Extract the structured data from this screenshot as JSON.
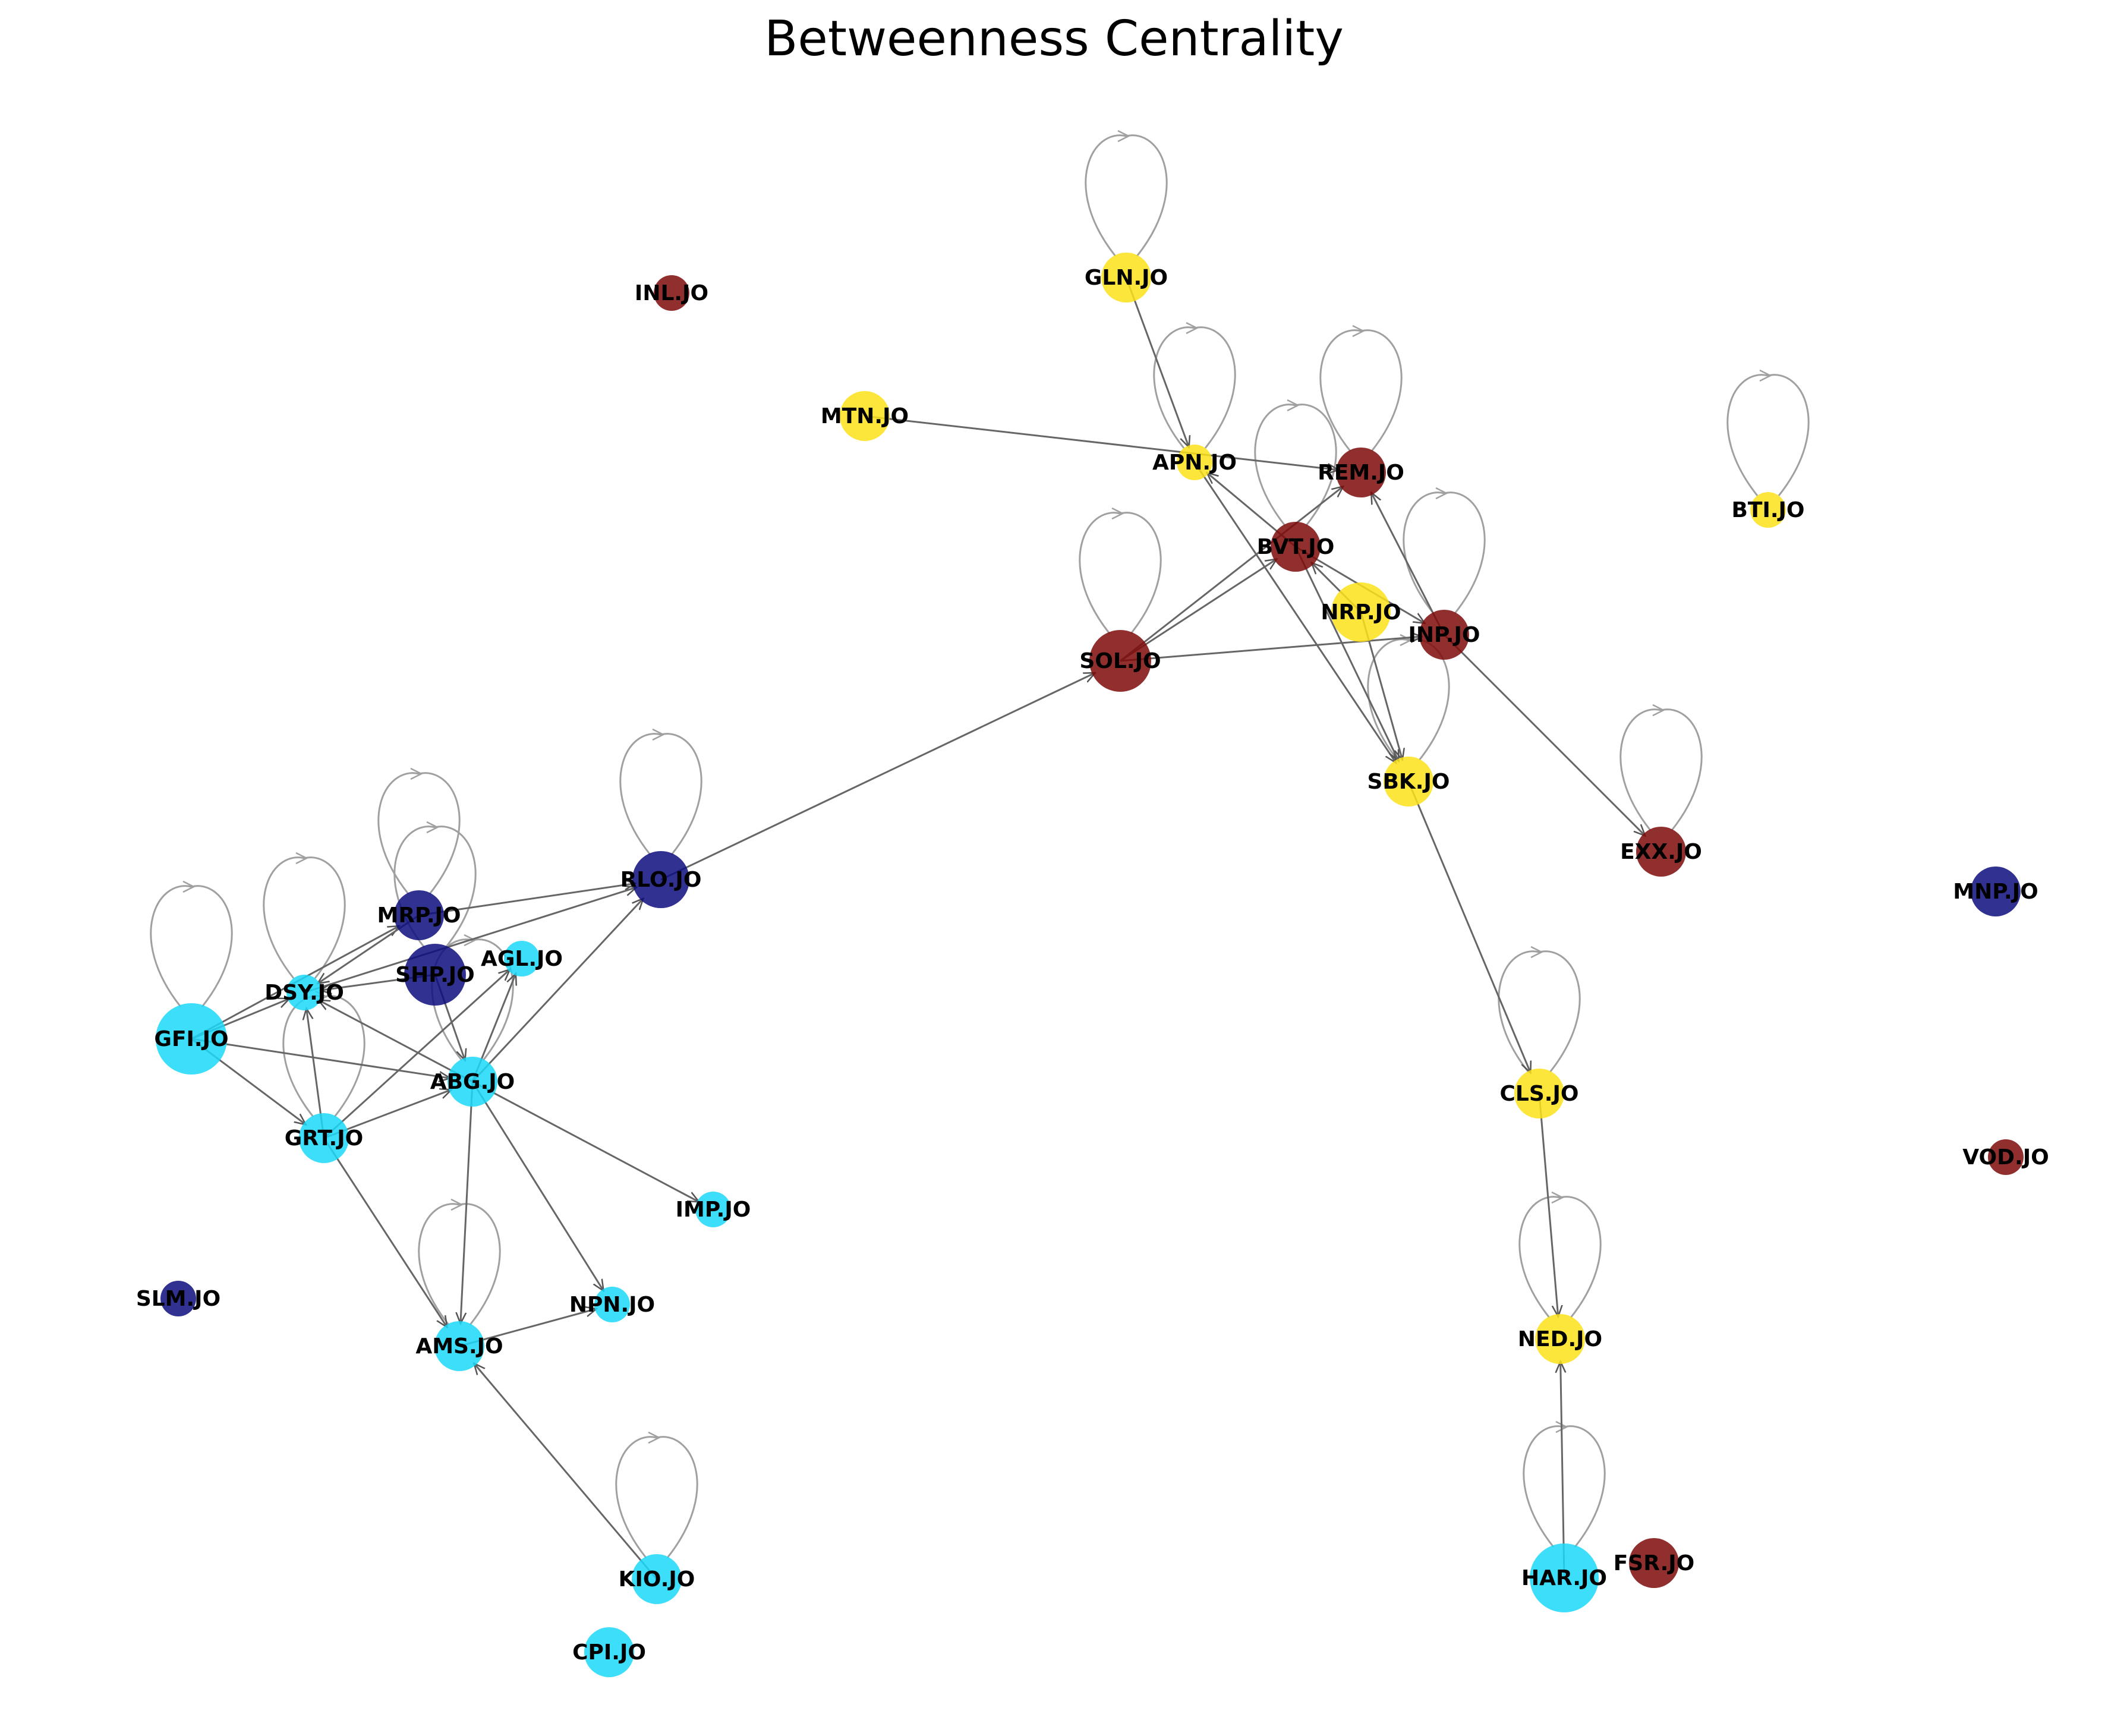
{
  "title": "Betweenness Centrality",
  "colors": {
    "cyan": "#1ad8f8",
    "navy": "#0d0d7e",
    "yellow": "#fde21a",
    "maroon": "#7e0a0a",
    "edge": "#666666",
    "loop": "#a0a0a0"
  },
  "nodes": [
    {
      "id": "GLN.JO",
      "group": "yellow",
      "centrality": "mid"
    },
    {
      "id": "INL.JO",
      "group": "maroon",
      "centrality": "low"
    },
    {
      "id": "MTN.JO",
      "group": "yellow",
      "centrality": "mid"
    },
    {
      "id": "APN.JO",
      "group": "yellow",
      "centrality": "low"
    },
    {
      "id": "REM.JO",
      "group": "maroon",
      "centrality": "mid"
    },
    {
      "id": "BVT.JO",
      "group": "maroon",
      "centrality": "mid"
    },
    {
      "id": "BTI.JO",
      "group": "yellow",
      "centrality": "low"
    },
    {
      "id": "NRP.JO",
      "group": "yellow",
      "centrality": "high"
    },
    {
      "id": "INP.JO",
      "group": "maroon",
      "centrality": "mid"
    },
    {
      "id": "SOL.JO",
      "group": "maroon",
      "centrality": "high"
    },
    {
      "id": "SBK.JO",
      "group": "yellow",
      "centrality": "mid"
    },
    {
      "id": "EXX.JO",
      "group": "maroon",
      "centrality": "mid"
    },
    {
      "id": "RLO.JO",
      "group": "navy",
      "centrality": "high"
    },
    {
      "id": "MNP.JO",
      "group": "navy",
      "centrality": "mid"
    },
    {
      "id": "MRP.JO",
      "group": "navy",
      "centrality": "mid"
    },
    {
      "id": "AGL.JO",
      "group": "cyan",
      "centrality": "low"
    },
    {
      "id": "SHP.JO",
      "group": "navy",
      "centrality": "high"
    },
    {
      "id": "DSY.JO",
      "group": "cyan",
      "centrality": "low"
    },
    {
      "id": "GFI.JO",
      "group": "cyan",
      "centrality": "high"
    },
    {
      "id": "ABG.JO",
      "group": "cyan",
      "centrality": "mid"
    },
    {
      "id": "CLS.JO",
      "group": "yellow",
      "centrality": "mid"
    },
    {
      "id": "GRT.JO",
      "group": "cyan",
      "centrality": "mid"
    },
    {
      "id": "VOD.JO",
      "group": "maroon",
      "centrality": "low"
    },
    {
      "id": "IMP.JO",
      "group": "cyan",
      "centrality": "low"
    },
    {
      "id": "SLM.JO",
      "group": "navy",
      "centrality": "low"
    },
    {
      "id": "NPN.JO",
      "group": "cyan",
      "centrality": "low"
    },
    {
      "id": "NED.JO",
      "group": "yellow",
      "centrality": "mid"
    },
    {
      "id": "AMS.JO",
      "group": "cyan",
      "centrality": "mid"
    },
    {
      "id": "KIO.JO",
      "group": "cyan",
      "centrality": "mid"
    },
    {
      "id": "HAR.JO",
      "group": "cyan",
      "centrality": "high"
    },
    {
      "id": "FSR.JO",
      "group": "maroon",
      "centrality": "mid"
    },
    {
      "id": "CPI.JO",
      "group": "cyan",
      "centrality": "mid"
    }
  ],
  "edges": [
    [
      "GLN.JO",
      "APN.JO"
    ],
    [
      "MTN.JO",
      "REM.JO"
    ],
    [
      "APN.JO",
      "SBK.JO"
    ],
    [
      "BVT.JO",
      "APN.JO"
    ],
    [
      "BVT.JO",
      "SBK.JO"
    ],
    [
      "BVT.JO",
      "INP.JO"
    ],
    [
      "SOL.JO",
      "REM.JO"
    ],
    [
      "SOL.JO",
      "BVT.JO"
    ],
    [
      "SOL.JO",
      "INP.JO"
    ],
    [
      "INP.JO",
      "REM.JO"
    ],
    [
      "NRP.JO",
      "BVT.JO"
    ],
    [
      "NRP.JO",
      "SBK.JO"
    ],
    [
      "INP.JO",
      "EXX.JO"
    ],
    [
      "SBK.JO",
      "CLS.JO"
    ],
    [
      "CLS.JO",
      "NED.JO"
    ],
    [
      "HAR.JO",
      "NED.JO"
    ],
    [
      "RLO.JO",
      "SOL.JO"
    ],
    [
      "MRP.JO",
      "RLO.JO"
    ],
    [
      "ABG.JO",
      "RLO.JO"
    ],
    [
      "DSY.JO",
      "RLO.JO"
    ],
    [
      "GFI.JO",
      "MRP.JO"
    ],
    [
      "GFI.JO",
      "DSY.JO"
    ],
    [
      "GFI.JO",
      "ABG.JO"
    ],
    [
      "GFI.JO",
      "GRT.JO"
    ],
    [
      "SHP.JO",
      "ABG.JO"
    ],
    [
      "MRP.JO",
      "DSY.JO"
    ],
    [
      "SHP.JO",
      "DSY.JO"
    ],
    [
      "ABG.JO",
      "DSY.JO"
    ],
    [
      "GRT.JO",
      "DSY.JO"
    ],
    [
      "GRT.JO",
      "ABG.JO"
    ],
    [
      "GRT.JO",
      "AGL.JO"
    ],
    [
      "ABG.JO",
      "AGL.JO"
    ],
    [
      "ABG.JO",
      "IMP.JO"
    ],
    [
      "ABG.JO",
      "NPN.JO"
    ],
    [
      "ABG.JO",
      "AMS.JO"
    ],
    [
      "AMS.JO",
      "NPN.JO"
    ],
    [
      "GRT.JO",
      "AMS.JO"
    ],
    [
      "KIO.JO",
      "AMS.JO"
    ]
  ],
  "self_loops": [
    "GLN.JO",
    "APN.JO",
    "REM.JO",
    "BVT.JO",
    "INP.JO",
    "SOL.JO",
    "SBK.JO",
    "EXX.JO",
    "BTI.JO",
    "RLO.JO",
    "MRP.JO",
    "SHP.JO",
    "DSY.JO",
    "GFI.JO",
    "GRT.JO",
    "ABG.JO",
    "AMS.JO",
    "KIO.JO",
    "CLS.JO",
    "NED.JO",
    "HAR.JO"
  ]
}
